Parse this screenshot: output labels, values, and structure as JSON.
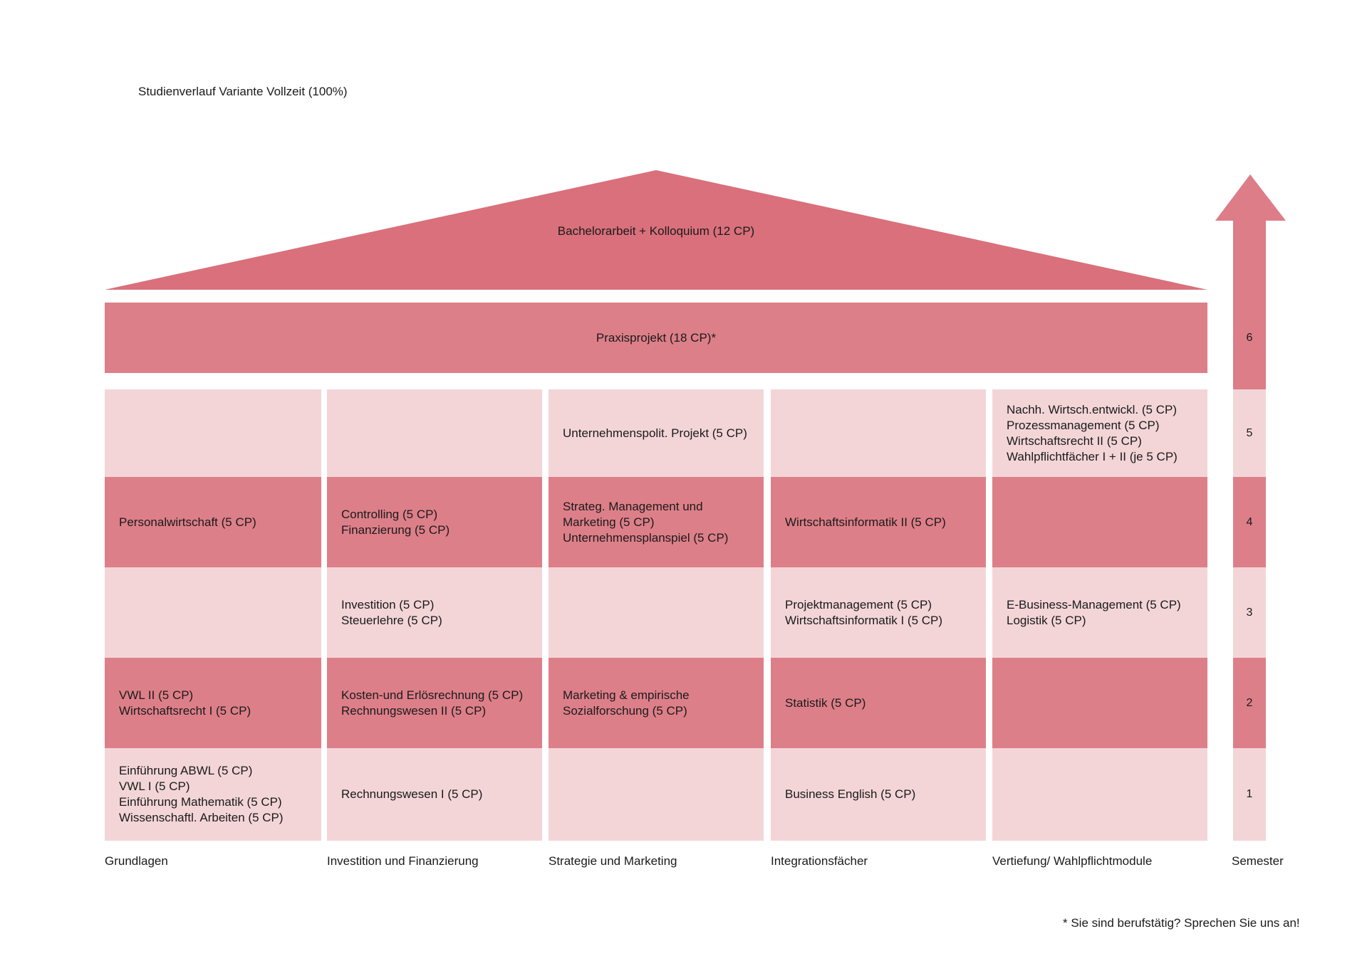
{
  "title": "Studienverlauf Variante Vollzeit (100%)",
  "roof": "Bachelorarbeit + Kolloquium (12 CP)",
  "praxis": "Praxisprojekt (18 CP)*",
  "columns": [
    "Grundlagen",
    "Investition und Finanzierung",
    "Strategie und Marketing",
    "Integrationsfächer",
    "Vertiefung/ Wahlpflichtmodule"
  ],
  "semester_label": "Semester",
  "semesters": [
    "6",
    "5",
    "4",
    "3",
    "2",
    "1"
  ],
  "rows": [
    {
      "semester": "5",
      "cells": [
        [],
        [],
        [
          "Unternehmenspolit. Projekt (5 CP)"
        ],
        [],
        [
          "Nachh. Wirtsch.entwickl. (5 CP)",
          "Prozessmanagement (5 CP)",
          "Wirtschaftsrecht II (5 CP)",
          "Wahlpflichtfächer I + II (je 5 CP)"
        ]
      ]
    },
    {
      "semester": "4",
      "cells": [
        [
          "Personalwirtschaft (5 CP)"
        ],
        [
          "Controlling (5 CP)",
          "Finanzierung (5 CP)"
        ],
        [
          "Strateg. Management und",
          "Marketing (5 CP)",
          "Unternehmensplanspiel (5 CP)"
        ],
        [
          "Wirtschaftsinformatik II (5 CP)"
        ],
        []
      ]
    },
    {
      "semester": "3",
      "cells": [
        [],
        [
          "Investition (5 CP)",
          "Steuerlehre (5 CP)"
        ],
        [],
        [
          "Projektmanagement (5 CP)",
          "Wirtschaftsinformatik I (5 CP)"
        ],
        [
          "E-Business-Management (5 CP)",
          "Logistik (5 CP)"
        ]
      ]
    },
    {
      "semester": "2",
      "cells": [
        [
          "VWL II (5 CP)",
          "Wirtschaftsrecht I (5 CP)"
        ],
        [
          "Kosten-und Erlösrechnung (5 CP)",
          "Rechnungswesen II (5 CP)"
        ],
        [
          "Marketing & empirische",
          "Sozialforschung (5 CP)"
        ],
        [
          "Statistik (5 CP)"
        ],
        []
      ]
    },
    {
      "semester": "1",
      "cells": [
        [
          "Einführung ABWL (5 CP)",
          "VWL I (5 CP)",
          "Einführung Mathematik (5 CP)",
          "Wissenschaftl. Arbeiten (5 CP)"
        ],
        [
          "Rechnungswesen I (5 CP)"
        ],
        [],
        [
          "Business English (5 CP)"
        ],
        []
      ]
    }
  ],
  "footnote": "* Sie sind berufstätig? Sprechen Sie uns an!",
  "colors": {
    "roof": "#d9707b",
    "dark": "#dd7f89",
    "light": "#f3d5d8"
  }
}
